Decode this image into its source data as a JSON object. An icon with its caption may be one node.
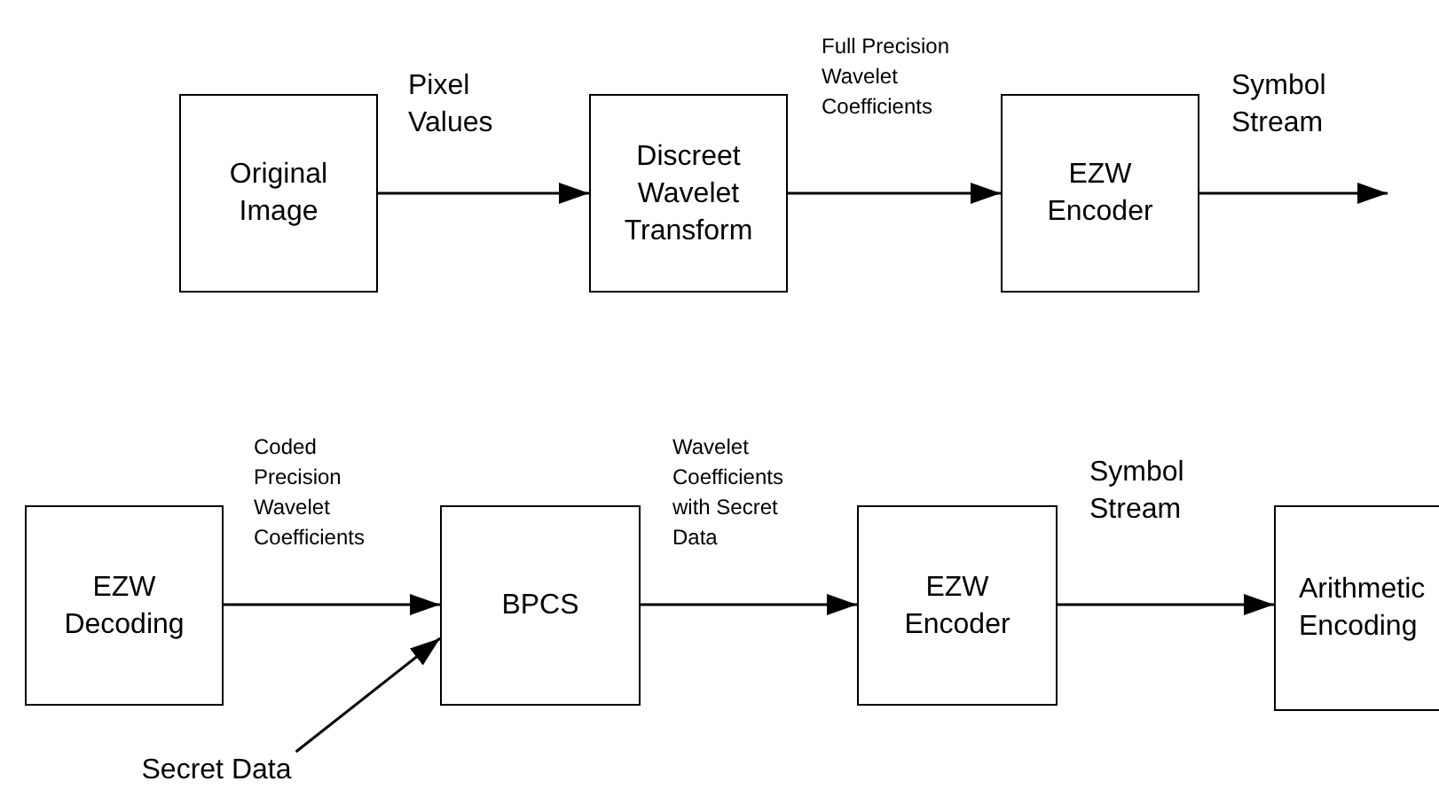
{
  "diagram": {
    "nodes": [
      {
        "text": [
          "Original Image"
        ]
      },
      {
        "text": [
          "Discreet Wavelet Transform"
        ]
      },
      {
        "text": [
          "EZW Encoder"
        ]
      },
      {
        "text": [
          "EZW Decoding"
        ]
      },
      {
        "text": [
          "BPCS"
        ]
      },
      {
        "text": [
          "EZW Encoder"
        ]
      },
      {
        "text": [
          "Arithmetic Encoding"
        ]
      },
      {
        "text": [
          "Secret Data"
        ]
      }
    ],
    "edges": [
      {
        "from": 0,
        "to": 1,
        "arrow": "to",
        "label": "Pixel Values"
      },
      {
        "from": 1,
        "to": 2,
        "arrow": "to",
        "label": "Full Precision Wavelet Coefficients"
      },
      {
        "from": 2,
        "to": null,
        "arrow": "to",
        "label": "Symbol Stream"
      },
      {
        "from": 3,
        "to": 4,
        "arrow": "to",
        "label": "Coded Precision Wavelet Coefficients"
      },
      {
        "from": 4,
        "to": 5,
        "arrow": "to",
        "label": "Wavelet Coefficients with Secret Data"
      },
      {
        "from": 5,
        "to": 6,
        "arrow": "to",
        "label": "Symbol Stream"
      },
      {
        "from": 7,
        "to": 4,
        "arrow": "to"
      }
    ]
  }
}
